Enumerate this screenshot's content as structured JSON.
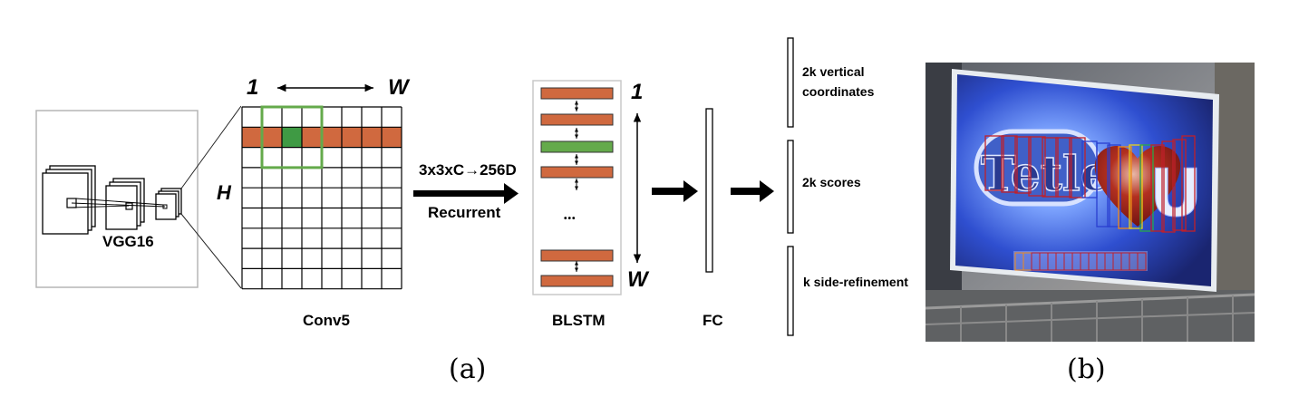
{
  "diagram": {
    "backbone_label": "VGG16",
    "conv_label": "Conv5",
    "axis_start": "1",
    "axis_end": "W",
    "axis_height": "H",
    "op_top": "3x3xC→256D",
    "op_bottom": "Recurrent",
    "ellipsis": "•••",
    "blstm_label": "BLSTM",
    "blstm_start": "1",
    "blstm_end": "W",
    "fc_label": "FC",
    "outputs": {
      "vertical_line1": "2k vertical",
      "vertical_line2": "coordinates",
      "scores": "2k scores",
      "side": "k side-refinement"
    },
    "caption_a": "(a)",
    "caption_b": "(b)"
  },
  "photo": {
    "billboard_text": "Tetley",
    "billboard_text2": "U",
    "description_colors": {
      "proposal_red": "#c0202a",
      "proposal_blue": "#2a3fd0",
      "proposal_orange": "#f08a1a",
      "proposal_yellow": "#e6d21c",
      "proposal_green": "#2aa84a"
    }
  },
  "colors": {
    "orange": "#d0693f",
    "green": "#64aa4b",
    "green_cell": "#3f9a44",
    "grid": "#000000",
    "frame": "#b5b5b5"
  }
}
